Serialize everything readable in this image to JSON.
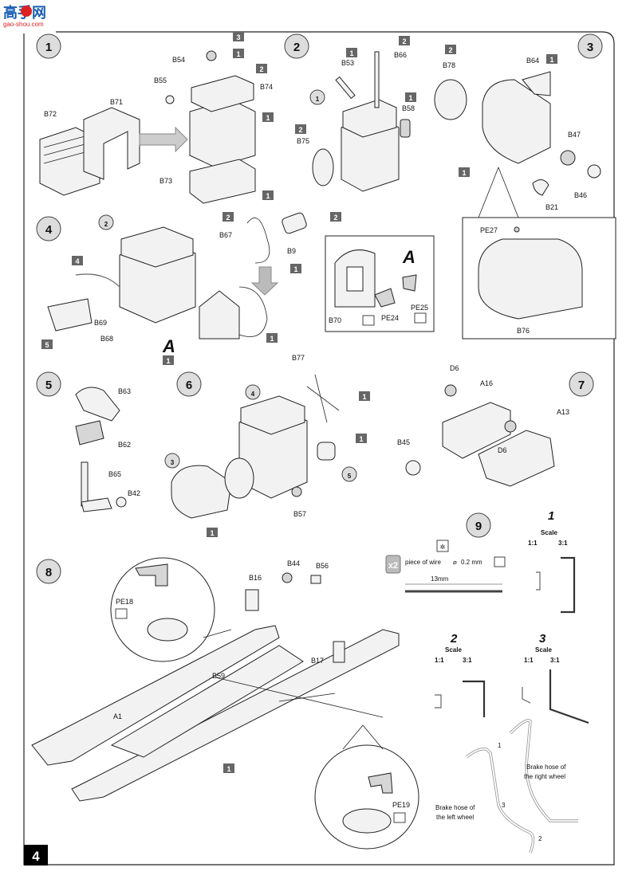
{
  "watermark": {
    "logo_chars": "高手网",
    "url": "gao-shou.com"
  },
  "page_number": "4",
  "steps": [
    {
      "id": "1",
      "labels": [
        "B72",
        "B71",
        "B55",
        "B54",
        "B74",
        "B73"
      ],
      "tags": [
        "3",
        "1",
        "2",
        "1",
        "1"
      ]
    },
    {
      "id": "2",
      "labels": [
        "B53",
        "B66",
        "B58",
        "B75"
      ],
      "tags": [
        "1",
        "2",
        "1",
        "2"
      ],
      "sub": "1"
    },
    {
      "id": "3",
      "labels": [
        "B78",
        "B64",
        "B47",
        "B46",
        "B21",
        "PE27",
        "B76"
      ],
      "tags": [
        "2",
        "1",
        "1"
      ]
    },
    {
      "id": "4",
      "labels": [
        "B67",
        "B9",
        "B69",
        "B68",
        "B70",
        "PE24",
        "PE25"
      ],
      "tags": [
        "2",
        "2",
        "1",
        "4",
        "5",
        "1",
        "1"
      ],
      "sub": "2",
      "detail": "A"
    },
    {
      "id": "5",
      "labels": [
        "B63",
        "B62",
        "B65",
        "B42"
      ]
    },
    {
      "id": "6",
      "labels": [
        "B77",
        "B57"
      ],
      "tags": [
        "1",
        "1",
        "1"
      ],
      "subs": [
        "4",
        "3",
        "5"
      ]
    },
    {
      "id": "7",
      "labels": [
        "D6",
        "A16",
        "A13",
        "D6",
        "B45"
      ]
    },
    {
      "id": "8",
      "labels": [
        "B16",
        "B44",
        "B56",
        "B17",
        "B59",
        "A1",
        "PE18",
        "PE19"
      ],
      "tags": [
        "1"
      ]
    },
    {
      "id": "9",
      "qty": "x2",
      "wire": "piece of wire",
      "diameter": "0.2 mm",
      "length": "13mm"
    }
  ],
  "scales": [
    {
      "num": "1",
      "title": "Scale",
      "a": "1:1",
      "b": "3:1"
    },
    {
      "num": "2",
      "title": "Scale",
      "a": "1:1",
      "b": "3:1"
    },
    {
      "num": "3",
      "title": "Scale",
      "a": "1:1",
      "b": "3:1"
    }
  ],
  "hose": {
    "right": "Brake hose of the right wheel",
    "right_l1": "Brake hose of",
    "right_l2": "the right wheel",
    "left_l1": "Brake hose of",
    "left_l2": "the left wheel",
    "n1": "1",
    "n2": "2",
    "n3": "3"
  }
}
